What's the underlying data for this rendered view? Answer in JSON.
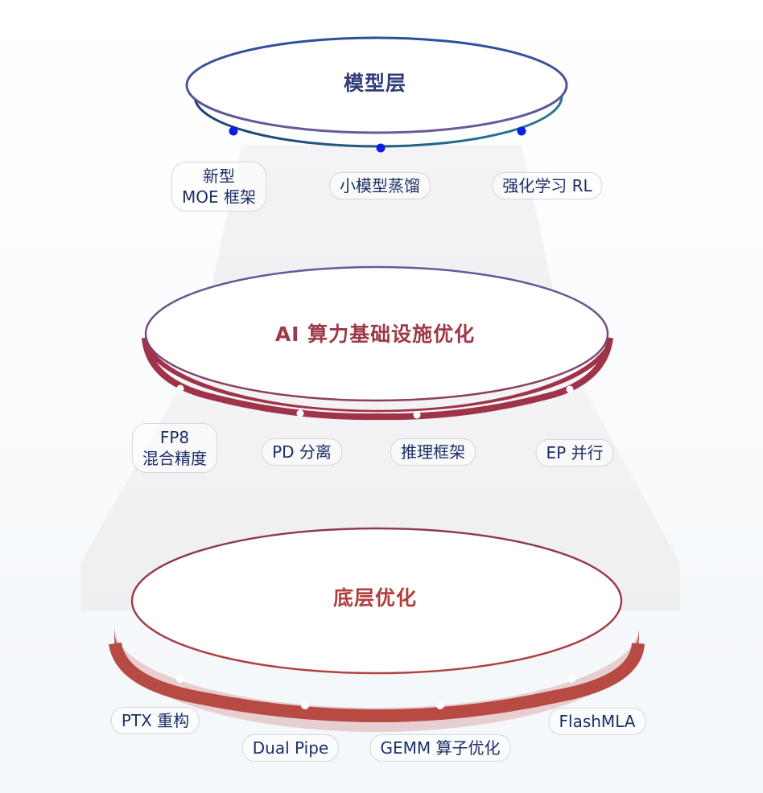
{
  "colors": {
    "top_title": "#2f3d78",
    "mid_title": "#9d3a4a",
    "bottom_title": "#b0403e",
    "top_rim": "#2a4f9a",
    "top_ring": "#1f6080",
    "top_dot": "#0a1ee6",
    "mid_band": "#9f3349",
    "bottom_band": "#b84a44",
    "pill_text": "#1c2f66",
    "pill_border": "#d4d6db"
  },
  "layers": [
    {
      "id": "model",
      "title": "模型层",
      "items": [
        {
          "lines": [
            "新型",
            "MOE 框架"
          ]
        },
        {
          "lines": [
            "小模型蒸馏"
          ]
        },
        {
          "lines": [
            "强化学习 RL"
          ]
        }
      ]
    },
    {
      "id": "infra",
      "title": "AI 算力基础设施优化",
      "items": [
        {
          "lines": [
            "FP8",
            "混合精度"
          ]
        },
        {
          "lines": [
            "PD 分离"
          ]
        },
        {
          "lines": [
            "推理框架"
          ]
        },
        {
          "lines": [
            "EP 并行"
          ]
        }
      ]
    },
    {
      "id": "low",
      "title": "底层优化",
      "items": [
        {
          "lines": [
            "PTX 重构"
          ]
        },
        {
          "lines": [
            "Dual Pipe"
          ]
        },
        {
          "lines": [
            "GEMM 算子优化"
          ]
        },
        {
          "lines": [
            "FlashMLA"
          ]
        }
      ]
    }
  ]
}
